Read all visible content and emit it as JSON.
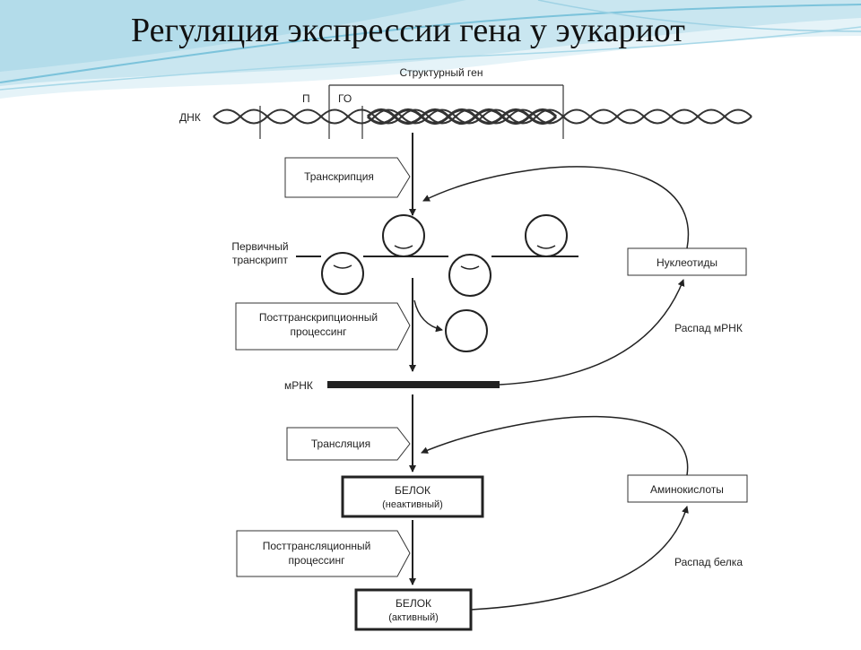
{
  "slide": {
    "title": "Регуляция экспрессии гена у эукариот"
  },
  "diagram": {
    "dna_label": "ДНК",
    "structural_gene_label": "Структурный ген",
    "promoter_label": "П",
    "operator_label": "ГО",
    "transcription_label": "Транскрипция",
    "primary_transcript_label_line1": "Первичный",
    "primary_transcript_label_line2": "транскрипт",
    "posttranscriptional_line1": "Посттранскрипционный",
    "posttranscriptional_line2": "процессинг",
    "mrna_label": "мРНК",
    "nucleotides_label": "Нуклеотиды",
    "mrna_decay_label": "Распад мРНК",
    "translation_label": "Трансляция",
    "protein_inactive_line1": "БЕЛОК",
    "protein_inactive_line2": "(неактивный)",
    "amino_acids_label": "Аминокислоты",
    "posttranslational_line1": "Посттрансляционный",
    "posttranslational_line2": "процессинг",
    "protein_decay_label": "Распад белка",
    "protein_active_line1": "БЕЛОК",
    "protein_active_line2": "(активный)"
  }
}
